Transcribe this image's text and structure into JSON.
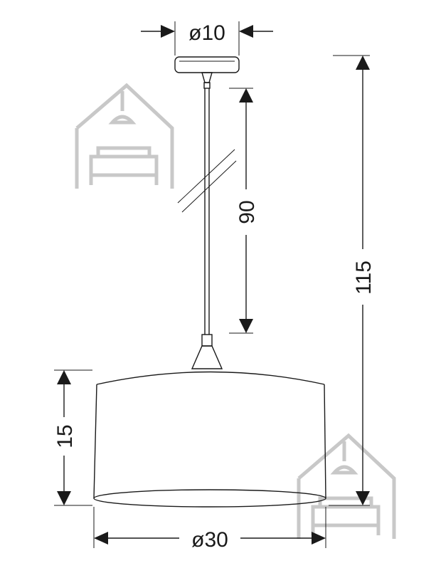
{
  "dimensions": {
    "canopy_diameter": "ø10",
    "cable_length": "90",
    "total_height": "115",
    "shade_height": "15",
    "shade_diameter": "ø30"
  },
  "colors": {
    "line": "#1a1a1a",
    "watermark": "#c8c8c8"
  },
  "watermark": {
    "icon": "house-with-sofa-and-lamp-icon"
  }
}
